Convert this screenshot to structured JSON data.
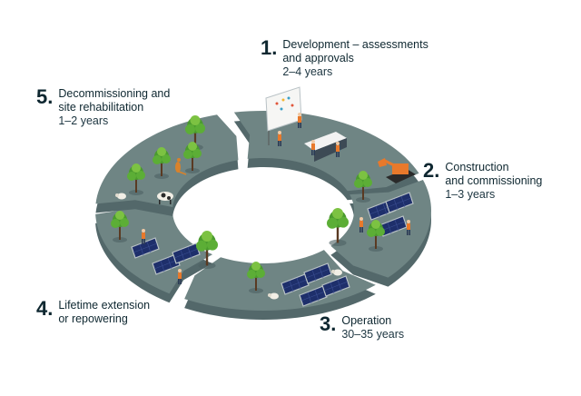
{
  "diagram": {
    "title": "Solar farm lifecycle",
    "colors": {
      "ring": "#6f8584",
      "ring_top": "#7d9291",
      "ring_edge": "#53686a",
      "text": "#0e2730",
      "tree": "#4a9a2e",
      "tree_light": "#7cc242",
      "panel": "#1e2f6b",
      "panel_frame": "#b9c2c6",
      "machinery": "#e8792b",
      "worker": "#e1563a"
    },
    "stages": [
      {
        "number": "1.",
        "title_line1": "Development – assessments",
        "title_line2": "and approvals",
        "duration": "2–4 years",
        "scene": "planning-meeting"
      },
      {
        "number": "2.",
        "title_line1": "Construction",
        "title_line2": "and commissioning",
        "duration": "1–3 years",
        "scene": "construction"
      },
      {
        "number": "3.",
        "title_line1": "Operation",
        "title_line2": "",
        "duration": "30–35 years",
        "scene": "operating-solar-farm"
      },
      {
        "number": "4.",
        "title_line1": "Lifetime extension",
        "title_line2": "or repowering",
        "duration": "",
        "scene": "panel-maintenance"
      },
      {
        "number": "5.",
        "title_line1": "Decommissioning and",
        "title_line2": "site rehabilitation",
        "duration": "1–2 years",
        "scene": "rehabilitated-land"
      }
    ]
  }
}
